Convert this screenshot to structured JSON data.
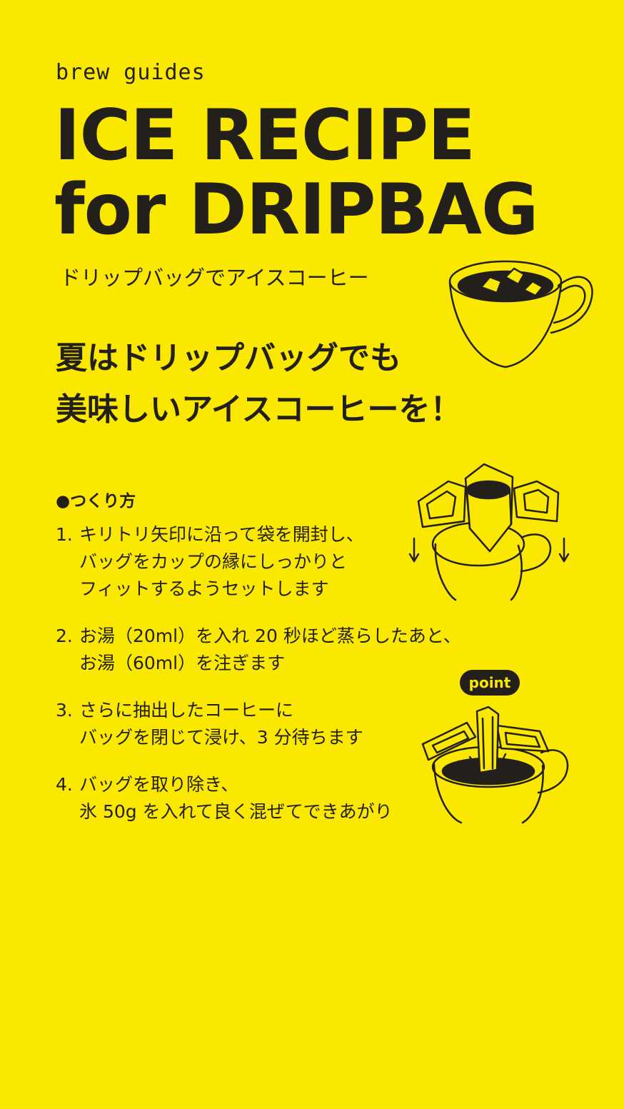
{
  "header": {
    "eyebrow": "brew guides",
    "title_line1": "ICE RECIPE",
    "title_line2": "for DRIPBAG",
    "subtitle_jp": "ドリップバッグでアイスコーヒー"
  },
  "lead": {
    "line1": "夏はドリップバッグでも",
    "line2": "美味しいアイスコーヒーを！"
  },
  "method": {
    "heading": "●つくり方",
    "steps": [
      {
        "num": "1.",
        "lines": [
          "キリトリ矢印に沿って袋を開封し、",
          "バッグをカップの縁にしっかりと",
          "フィットするようセットします"
        ]
      },
      {
        "num": "2.",
        "lines": [
          "お湯（20ml）を入れ 20 秒ほど蒸らしたあと、",
          "お湯（60ml）を注ぎます"
        ]
      },
      {
        "num": "3.",
        "lines": [
          "さらに抽出したコーヒーに",
          "バッグを閉じて浸け、3 分待ちます"
        ]
      },
      {
        "num": "4.",
        "lines": [
          "バッグを取り除き、",
          "氷 50g を入れて良く混ぜてできあがり"
        ]
      }
    ]
  },
  "badge": {
    "point": "point"
  },
  "icons": [
    "iced-coffee-cup-icon",
    "dripbag-on-cup-icon",
    "dripbag-steeping-icon"
  ],
  "colors": {
    "background": "#FAE800",
    "ink": "#231F1A"
  }
}
